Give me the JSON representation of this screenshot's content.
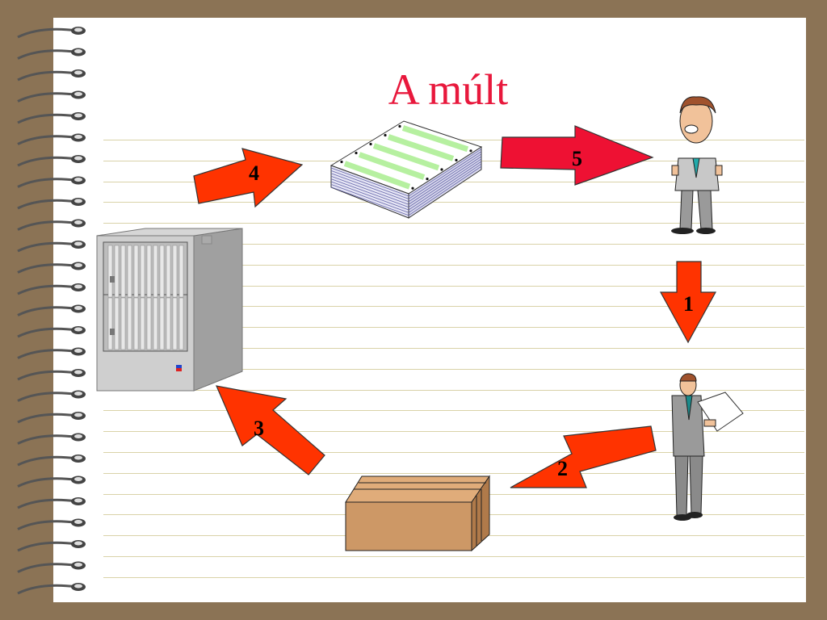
{
  "title": "A múlt",
  "steps": [
    {
      "label": "1"
    },
    {
      "label": "2"
    },
    {
      "label": "3"
    },
    {
      "label": "4"
    },
    {
      "label": "5"
    }
  ],
  "colors": {
    "frame": "#8b7355",
    "title": "#e8183c",
    "arrow_fill": "#ff3300",
    "arrow5_fill": "#ee1133",
    "rule": "#d9d2a8"
  },
  "icons": [
    "spiral-binding-icon",
    "server-cabinet-icon",
    "paper-stack-icon",
    "businessman-icon",
    "man-reading-document-icon",
    "cardboard-box-icon"
  ]
}
